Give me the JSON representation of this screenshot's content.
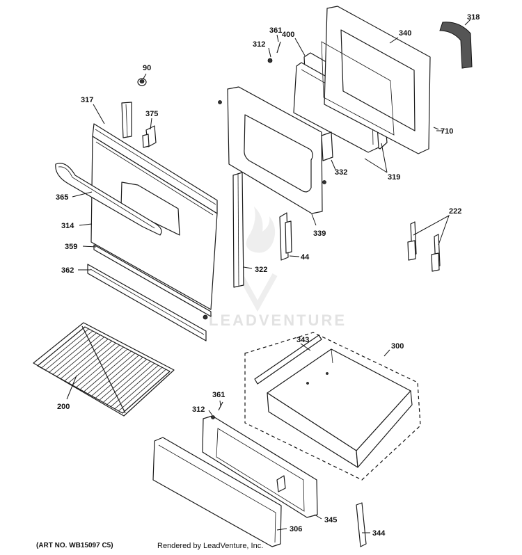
{
  "callouts": {
    "c90": "90",
    "c317": "317",
    "c375": "375",
    "c365": "365",
    "c314": "314",
    "c359": "359",
    "c362": "362",
    "c200": "200",
    "c361a": "361",
    "c312a": "312",
    "c400": "400",
    "c340": "340",
    "c318": "318",
    "c710": "710",
    "c332": "332",
    "c319": "319",
    "c339": "339",
    "c322": "322",
    "c44": "44",
    "c222": "222",
    "c343": "343",
    "c300": "300",
    "c361b": "361",
    "c312b": "312",
    "c345": "345",
    "c306": "306",
    "c344": "344"
  },
  "watermark": "LEADVENTURE",
  "footer": {
    "art_no": "(ART NO. WB15097 C5)",
    "rendered_by": "Rendered by LeadVenture, Inc."
  }
}
